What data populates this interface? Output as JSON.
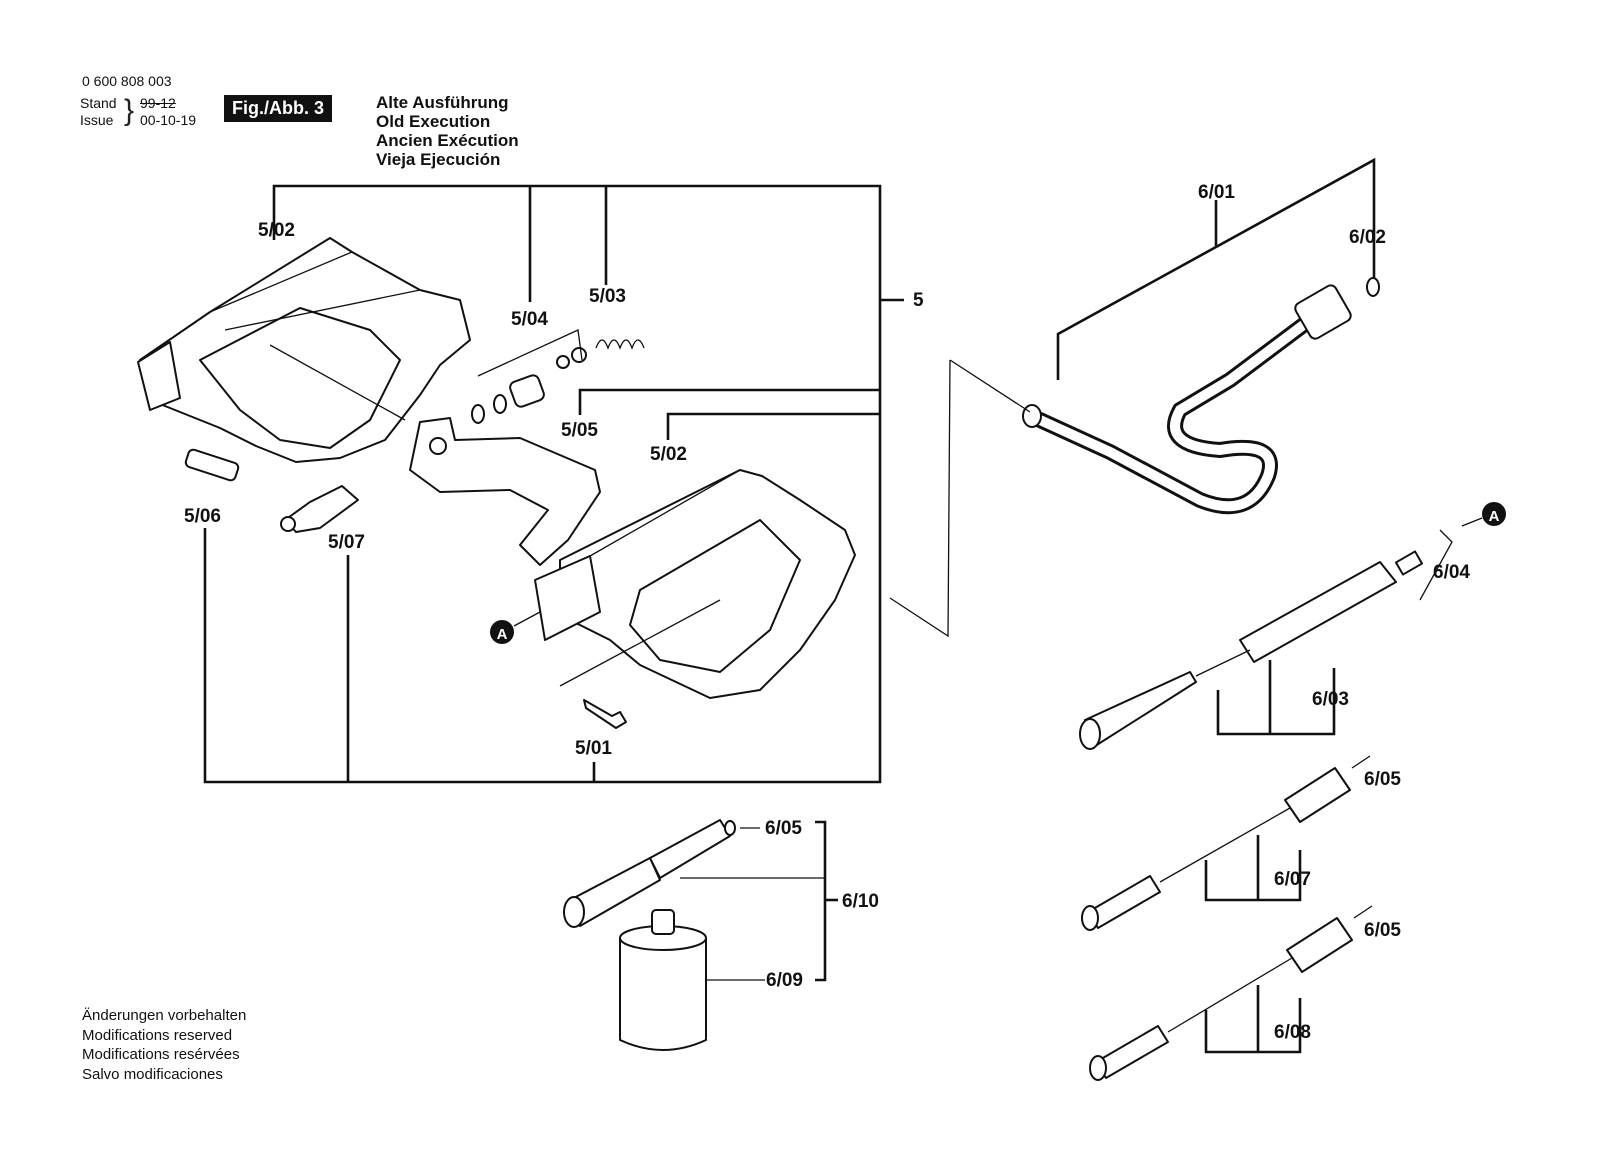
{
  "header": {
    "doc_number": "0 600 808 003",
    "stand_label": "Stand",
    "issue_label": "Issue",
    "stand_old": "99-12",
    "issue_date": "00-10-19",
    "fig_badge": "Fig./Abb. 3",
    "titles": [
      "Alte Ausführung",
      "Old Execution",
      "Ancien Exécution",
      "Vieja Ejecución"
    ]
  },
  "part_labels": {
    "p5": "5",
    "p5_01": "5/01",
    "p5_02_top": "5/02",
    "p5_02_mid": "5/02",
    "p5_03": "5/03",
    "p5_04": "5/04",
    "p5_05": "5/05",
    "p5_06": "5/06",
    "p5_07": "5/07",
    "p6_01": "6/01",
    "p6_02": "6/02",
    "p6_03": "6/03",
    "p6_04": "6/04",
    "p6_05_a": "6/05",
    "p6_05_b": "6/05",
    "p6_05_c": "6/05",
    "p6_07": "6/07",
    "p6_08": "6/08",
    "p6_09": "6/09",
    "p6_10": "6/10",
    "marker_a": "A"
  },
  "footer": {
    "notes": [
      "Änderungen vorbehalten",
      "Modifications reserved",
      "Modifications resérvées",
      "Salvo modificaciones"
    ]
  }
}
